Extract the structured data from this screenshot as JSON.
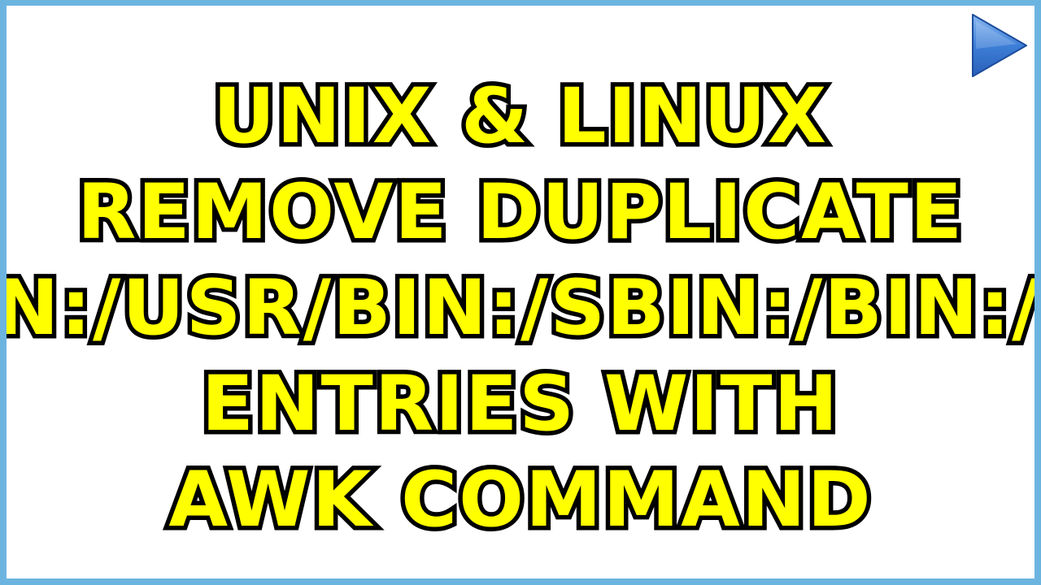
{
  "title_lines": [
    "UNIX & LINUX",
    "REMOVE DUPLICATE",
    "/SBIN:/USR/BIN:/SBIN:/BIN:/USR",
    "ENTRIES WITH",
    "AWK COMMAND"
  ],
  "colors": {
    "border": "#6cb4e0",
    "text_fill": "#ffff00",
    "text_outline": "#000000",
    "play_icon": "#2f6fd0"
  },
  "icons": {
    "play": "play-icon"
  }
}
